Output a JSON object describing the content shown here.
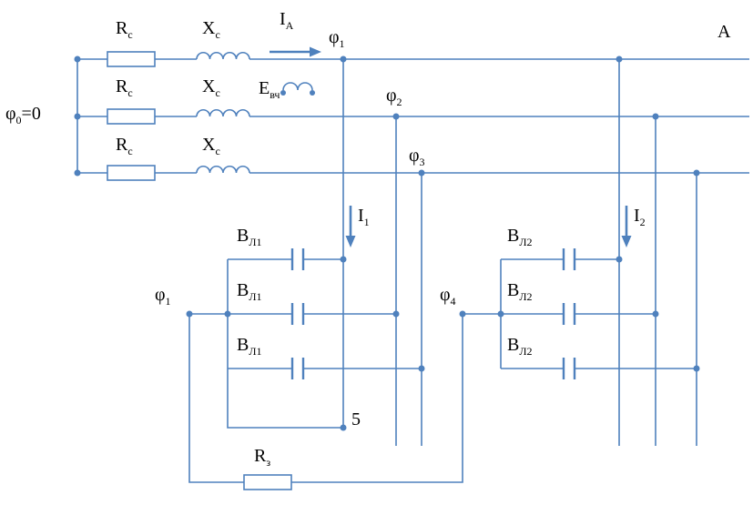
{
  "labels": {
    "phi0": {
      "main": "φ",
      "sub": "0",
      "suffix": "=0"
    },
    "rc": {
      "main": "R",
      "sub": "c"
    },
    "xc": {
      "main": "X",
      "sub": "c"
    },
    "ia": {
      "main": "I",
      "sub": "A"
    },
    "evch": {
      "main": "E",
      "sub": "вч"
    },
    "phi1": {
      "main": "φ",
      "sub": "1"
    },
    "phi2": {
      "main": "φ",
      "sub": "2"
    },
    "phi3": {
      "main": "φ",
      "sub": "3"
    },
    "phi4": {
      "main": "φ",
      "sub": "4"
    },
    "i1": {
      "main": "I",
      "sub": "1"
    },
    "i2": {
      "main": "I",
      "sub": "2"
    },
    "bl1": {
      "main": "В",
      "sub": "Л1"
    },
    "bl2": {
      "main": "В",
      "sub": "Л2"
    },
    "rz": {
      "main": "R",
      "sub": "з"
    },
    "node5": "5",
    "phase_a": "A"
  },
  "colors": {
    "wire": "#4f81bd",
    "text": "#000000",
    "background": "#ffffff"
  }
}
